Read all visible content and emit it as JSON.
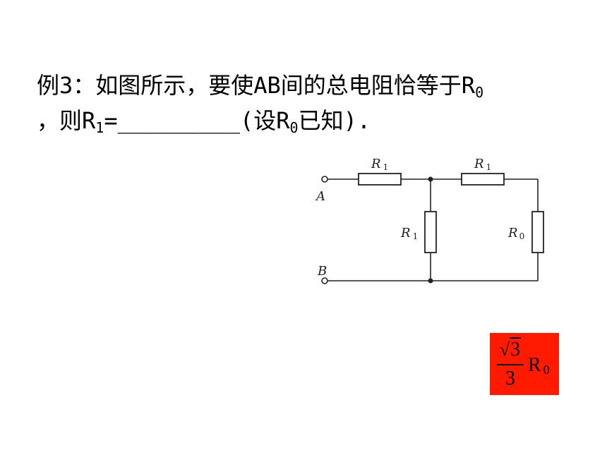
{
  "question": {
    "line1_text": "例3：如图所示，要使AB间的总电阻恰等于R",
    "line1_sub": "0",
    "line2_pre": "，则R",
    "line2_sub1": "1",
    "line2_mid": "=_________(设R",
    "line2_sub2": "0",
    "line2_post": "已知)."
  },
  "circuit": {
    "labels": {
      "terminal_a": "A",
      "terminal_b": "B",
      "r_top_left": "R",
      "r_top_left_sub": "1",
      "r_top_right": "R",
      "r_top_right_sub": "1",
      "r_middle": "R",
      "r_middle_sub": "1",
      "r_right": "R",
      "r_right_sub": "0"
    }
  },
  "answer": {
    "radical": "√",
    "radicand": "3",
    "denominator": "3",
    "r_letter": "R",
    "r_sub": "0",
    "box_color": "#ff1a00"
  }
}
